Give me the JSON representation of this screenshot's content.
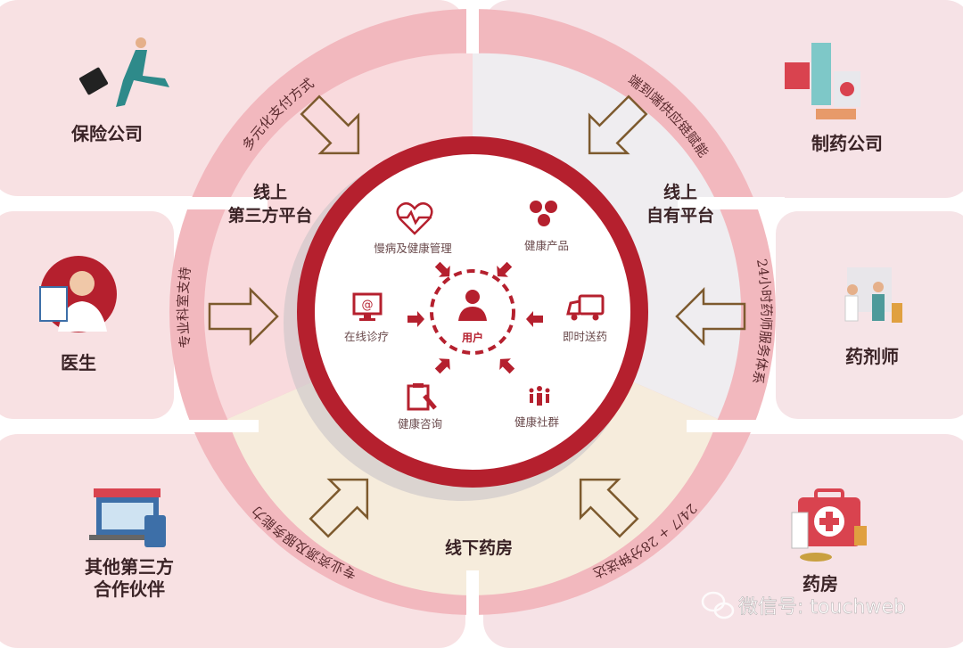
{
  "partners": {
    "insurance": "保险公司",
    "pharma": "制药公司",
    "doctor": "医生",
    "pharmacist": "药剂师",
    "other_line1": "其他第三方",
    "other_line2": "合作伙伴",
    "pharmacy": "药房"
  },
  "ring_labels": {
    "top_left": "多元化支付方式",
    "top_right": "端到端供应链赋能",
    "right": "24小时药师服务体系",
    "left": "专业科室支持",
    "bottom_left": "专业资源及服务能力",
    "bottom_right": "24/7 + 28分钟送达"
  },
  "platforms": {
    "third_party_line1": "线上",
    "third_party_line2": "第三方平台",
    "own_line1": "线上",
    "own_line2": "自有平台",
    "offline": "线下药房"
  },
  "center": {
    "title": "我们提供的产品及服务",
    "user": "用户",
    "services": [
      "慢病及健康管理",
      "健康产品",
      "在线诊疗",
      "即时送药",
      "健康咨询",
      "健康社群"
    ]
  },
  "watermark": "微信号: touchweb",
  "colors": {
    "brand_red": "#b5202e",
    "ring_pink": "#f2b8be",
    "panel_pink": "#f8e1e3",
    "arrow_outline": "#7d5a2e"
  }
}
